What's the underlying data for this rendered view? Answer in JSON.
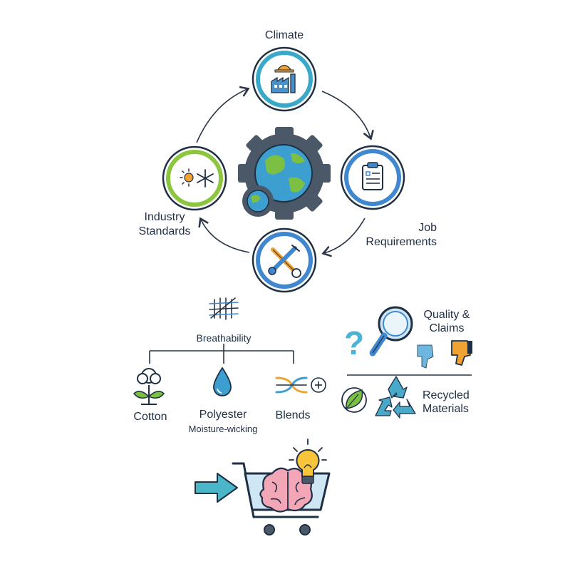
{
  "cycle": {
    "nodes": [
      {
        "label": "Climate",
        "icon": "factory-icon",
        "ring": "#3aa9c9"
      },
      {
        "label": "Job\nRequirements",
        "icon": "clipboard-icon",
        "ring": "#3f88cf"
      },
      {
        "label": "",
        "icon": "wrench-icon",
        "ring": "#3f88cf"
      },
      {
        "label": "Industry\nStandards",
        "icon": "sun-snowflake-icon",
        "ring": "#8cc63f"
      }
    ],
    "center_icon": "gear-globe-icon"
  },
  "fabric": {
    "root_label": "Breathability",
    "root_icon": "mesh-icon",
    "options": [
      {
        "label": "Cotton",
        "sublabel": "",
        "icon": "cotton-plant-icon"
      },
      {
        "label": "Polyester",
        "sublabel": "Moisture-wicking",
        "icon": "water-drop-icon"
      },
      {
        "label": "Blends",
        "sublabel": "",
        "icon": "woven-fibers-icon"
      }
    ],
    "blend_symbol": "+"
  },
  "quality": {
    "label": "Quality &\nClaims",
    "icons": [
      "question-mark-icon",
      "magnifier-icon",
      "thumbs-down-icon",
      "thumbs-down-icon"
    ]
  },
  "recycled": {
    "label": "Recycled\nMaterials",
    "icons": [
      "leaf-icon",
      "recycle-icon"
    ]
  },
  "shopping": {
    "icons": [
      "arrow-right-icon",
      "shopping-cart-icon",
      "brain-icon",
      "lightbulb-icon"
    ]
  },
  "colors": {
    "navy": "#1f2f44",
    "teal": "#3aa9c9",
    "blue": "#3f88cf",
    "green": "#8cc63f",
    "orange": "#f0a233",
    "gear": "#4a5868"
  }
}
